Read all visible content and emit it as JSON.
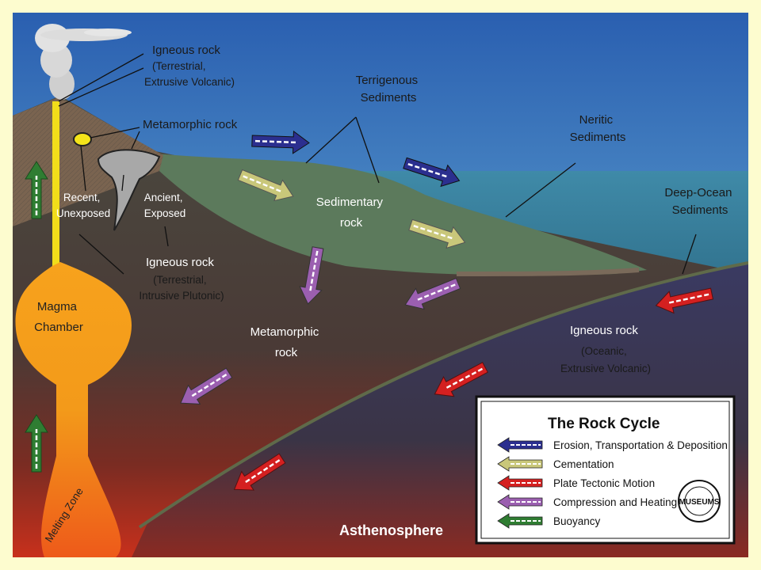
{
  "labels": {
    "igneous_extrusive": [
      "Igneous rock",
      "(Terrestrial,",
      "Extrusive Volcanic)"
    ],
    "metamorphic_top": "Metamorphic rock",
    "terrigenous": [
      "Terrigenous",
      "Sediments"
    ],
    "neritic": [
      "Neritic",
      "Sediments"
    ],
    "deep_ocean": [
      "Deep-Ocean",
      "Sediments"
    ],
    "recent": [
      "Recent,",
      "Unexposed"
    ],
    "ancient": [
      "Ancient,",
      "Exposed"
    ],
    "sedimentary": [
      "Sedimentary",
      "rock"
    ],
    "igneous_intrusive": [
      "Igneous rock",
      "(Terrestrial,",
      "Intrusive Plutonic)"
    ],
    "magma_chamber": [
      "Magma",
      "Chamber"
    ],
    "metamorphic_mid": [
      "Metamorphic",
      "rock"
    ],
    "igneous_oceanic": [
      "Igneous rock",
      "(Oceanic,",
      "Extrusive Volcanic)"
    ],
    "asthenosphere": "Asthenosphere",
    "melting_zone": "Melting Zone"
  },
  "legend": {
    "title": "The Rock Cycle",
    "items": [
      {
        "label": "Erosion, Transportation & Deposition",
        "color": "#2b2f8f"
      },
      {
        "label": "Cementation",
        "color": "#c9c77a"
      },
      {
        "label": "Plate Tectonic Motion",
        "color": "#d42020"
      },
      {
        "label": "Compression and Heating",
        "color": "#9b5fb0"
      },
      {
        "label": "Buoyancy",
        "color": "#2f7d32"
      }
    ],
    "logo_text": "MUSEUMS"
  },
  "colors": {
    "frame": "#fdfccf",
    "sky_top": "#2a5fb0",
    "ocean": "#3f8aa8",
    "land": "#5c7a5c",
    "crust": "#4a3e38",
    "oceanic_plate": "#3d3a5c",
    "magma": "#f39a1a",
    "erosion": "#2b2f8f",
    "cementation": "#c9c77a",
    "plate": "#d42020",
    "compression": "#9b5fb0",
    "buoyancy": "#2f7d32"
  }
}
